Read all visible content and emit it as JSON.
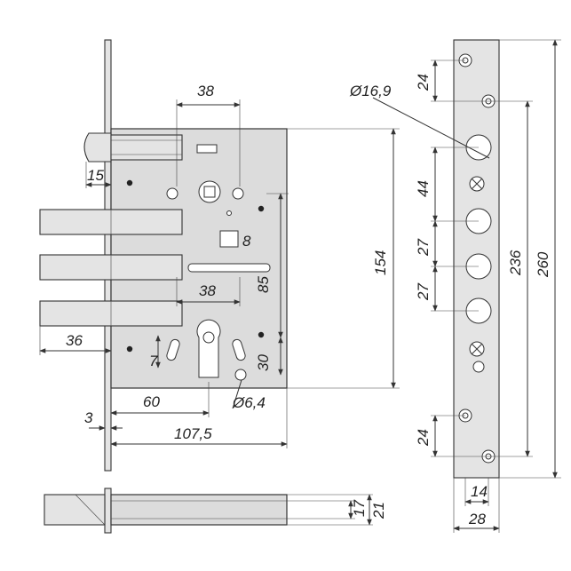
{
  "dimensions": {
    "latch_offset": "15",
    "spindle_to_cyl_spacing": "38",
    "square_size": "8",
    "slot_spacing": "38",
    "bolt_projection": "36",
    "small_hole_offset": "7",
    "cylinder_height": "85",
    "cylinder_offset": "30",
    "hole_diameter": "Ø6,4",
    "backset_60": "60",
    "faceplate_thickness": "3",
    "body_depth": "107,5",
    "body_height": "154",
    "top_hole_spacing": "24",
    "top_hole_diameter": "Ø16,9",
    "gap_44": "44",
    "gap_27a": "27",
    "gap_27b": "27",
    "bottom_hole_spacing": "24",
    "strike_plate_length": "236",
    "faceplate_length": "260",
    "faceplate_inner_width": "14",
    "faceplate_width": "28",
    "side_thickness": "17",
    "side_total": "21"
  }
}
